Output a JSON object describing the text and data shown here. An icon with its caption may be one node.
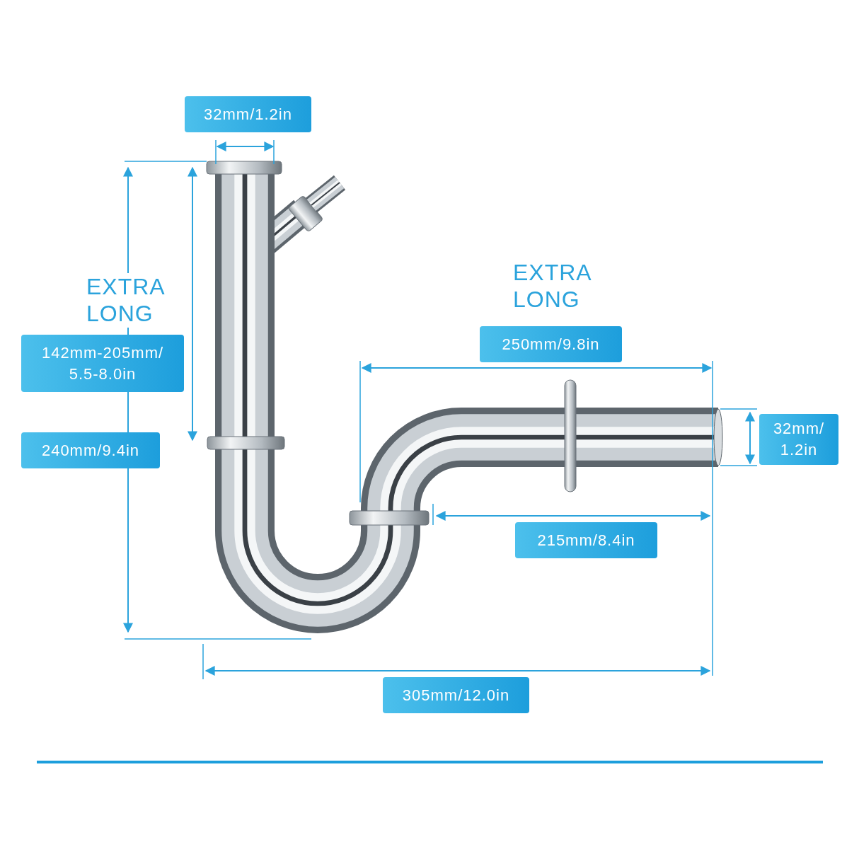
{
  "diagram": {
    "labels": [
      "32mm/1.2in",
      "EXTRA LONG",
      "EXTRA LONG",
      "250mm/9.8in",
      "142mm-205mm/ 5.5-8.0in",
      "32mm/ 1.2in",
      "240mm/9.4in",
      "215mm/8.4in",
      "305mm/12.0in"
    ]
  }
}
